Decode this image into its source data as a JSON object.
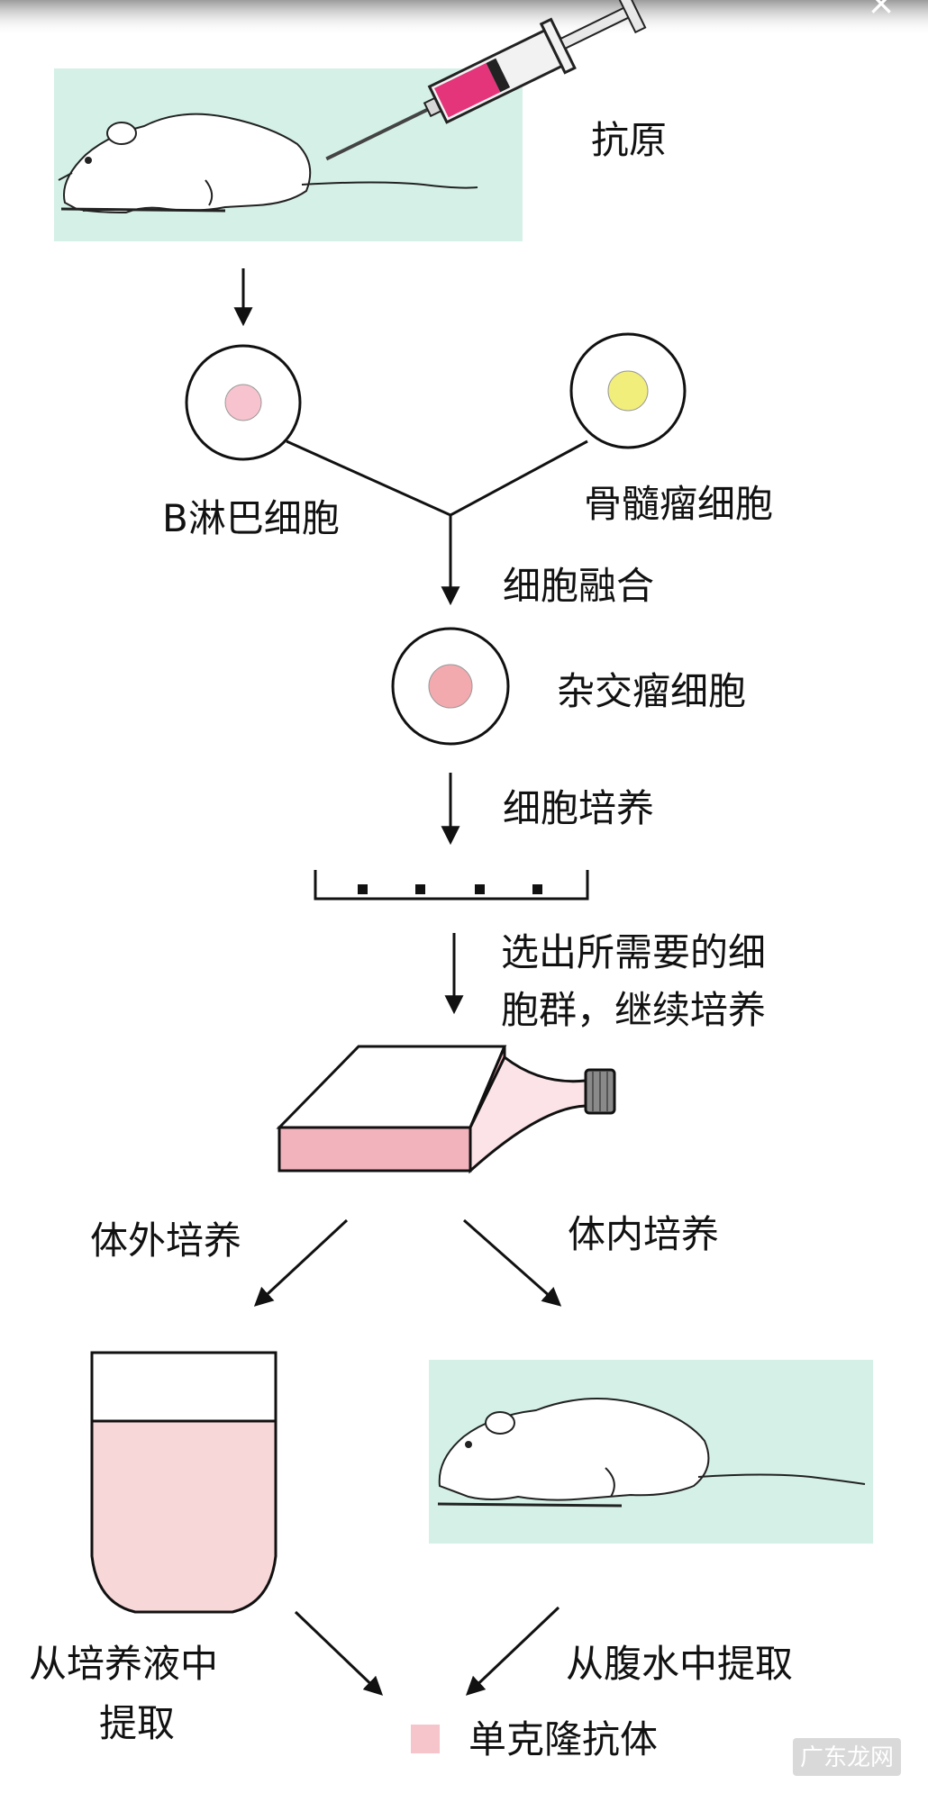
{
  "labels": {
    "antigen": "抗原",
    "b_lymphocyte": "B淋巴细胞",
    "myeloma_cell": "骨髓瘤细胞",
    "cell_fusion": "细胞融合",
    "hybridoma_cell": "杂交瘤细胞",
    "cell_culture": "细胞培养",
    "select_line1": "选出所需要的细",
    "select_line2": "胞群，继续培养",
    "in_vitro_culture": "体外培养",
    "in_vivo_culture": "体内培养",
    "extract_medium_line1": "从培养液中",
    "extract_medium_line2": "提取",
    "extract_ascites": "从腹水中提取",
    "monoclonal_antibody": "单克隆抗体"
  },
  "watermark": "广东龙网",
  "top_bar": {
    "close_symbol": "×"
  },
  "colors": {
    "mint_panel": "#d5f1e7",
    "pink_nucleus": "#f7c3ce",
    "yellow_nucleus": "#f1ee7c",
    "hybrid_nucleus": "#f2aaaf",
    "flask_pink": "#f2b3bd",
    "beaker_fluid": "#f8d7d8",
    "antibody_square": "#f6c4cb",
    "syringe_fluid": "#e4347a"
  }
}
